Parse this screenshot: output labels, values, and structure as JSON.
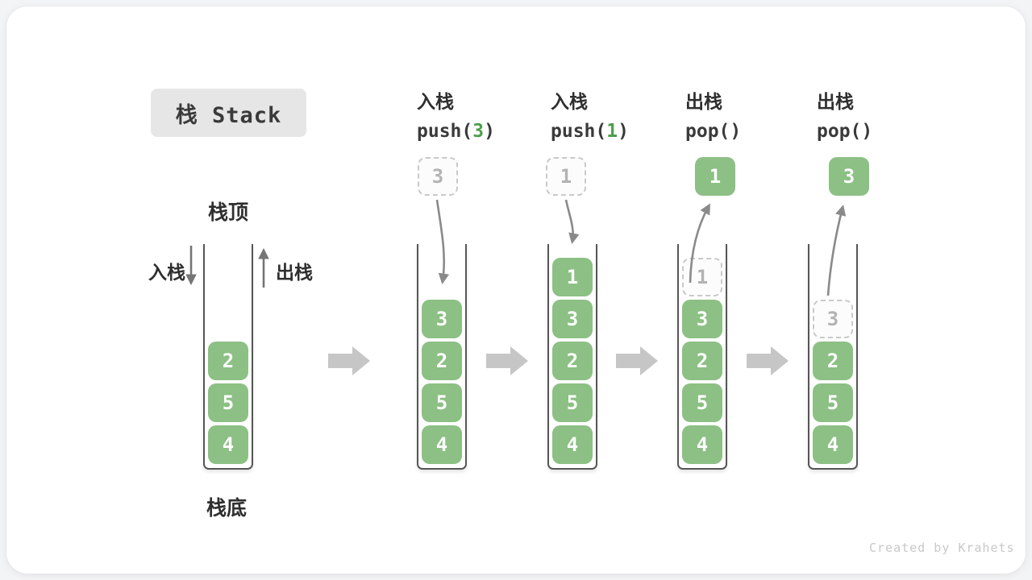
{
  "title": {
    "text": "栈 Stack"
  },
  "labels": {
    "stack_top": "栈顶",
    "stack_bottom": "栈底",
    "push_side": "入栈",
    "pop_side": "出栈"
  },
  "watermark": "Created by Krahets",
  "colors": {
    "cell_green": "#8CC084",
    "code_arg_green": "#4E9E4E",
    "ghost_border": "#C9C9C9",
    "ghost_text": "#B3B3B3",
    "curve_arrow_gray": "#8A8A8A",
    "block_arrow_gray": "#C6C6C6",
    "vessel_border": "#565656",
    "title_badge_bg": "#E6E6E6"
  },
  "stacks": [
    {
      "name": "initial",
      "cells": [
        {
          "value": "2",
          "variant": "solid"
        },
        {
          "value": "5",
          "variant": "solid"
        },
        {
          "value": "4",
          "variant": "solid"
        }
      ]
    },
    {
      "name": "after-push-3",
      "header": {
        "title": "入栈",
        "code_prefix": "push(",
        "code_arg": "3",
        "code_suffix": ")"
      },
      "float": {
        "value": "3",
        "variant": "ghost"
      },
      "cells": [
        {
          "value": "3",
          "variant": "solid"
        },
        {
          "value": "2",
          "variant": "solid"
        },
        {
          "value": "5",
          "variant": "solid"
        },
        {
          "value": "4",
          "variant": "solid"
        }
      ]
    },
    {
      "name": "after-push-1",
      "header": {
        "title": "入栈",
        "code_prefix": "push(",
        "code_arg": "1",
        "code_suffix": ")"
      },
      "float": {
        "value": "1",
        "variant": "ghost"
      },
      "cells": [
        {
          "value": "1",
          "variant": "solid"
        },
        {
          "value": "3",
          "variant": "solid"
        },
        {
          "value": "2",
          "variant": "solid"
        },
        {
          "value": "5",
          "variant": "solid"
        },
        {
          "value": "4",
          "variant": "solid"
        }
      ]
    },
    {
      "name": "after-pop-1",
      "header": {
        "title": "出栈",
        "code_prefix": "pop(",
        "code_arg": "",
        "code_suffix": ")"
      },
      "float": {
        "value": "1",
        "variant": "solid"
      },
      "cells": [
        {
          "value": "1",
          "variant": "ghost"
        },
        {
          "value": "3",
          "variant": "solid"
        },
        {
          "value": "2",
          "variant": "solid"
        },
        {
          "value": "5",
          "variant": "solid"
        },
        {
          "value": "4",
          "variant": "solid"
        }
      ]
    },
    {
      "name": "after-pop-3",
      "header": {
        "title": "出栈",
        "code_prefix": "pop(",
        "code_arg": "",
        "code_suffix": ")"
      },
      "float": {
        "value": "3",
        "variant": "solid"
      },
      "cells": [
        {
          "value": "3",
          "variant": "ghost"
        },
        {
          "value": "2",
          "variant": "solid"
        },
        {
          "value": "5",
          "variant": "solid"
        },
        {
          "value": "4",
          "variant": "solid"
        }
      ]
    }
  ]
}
